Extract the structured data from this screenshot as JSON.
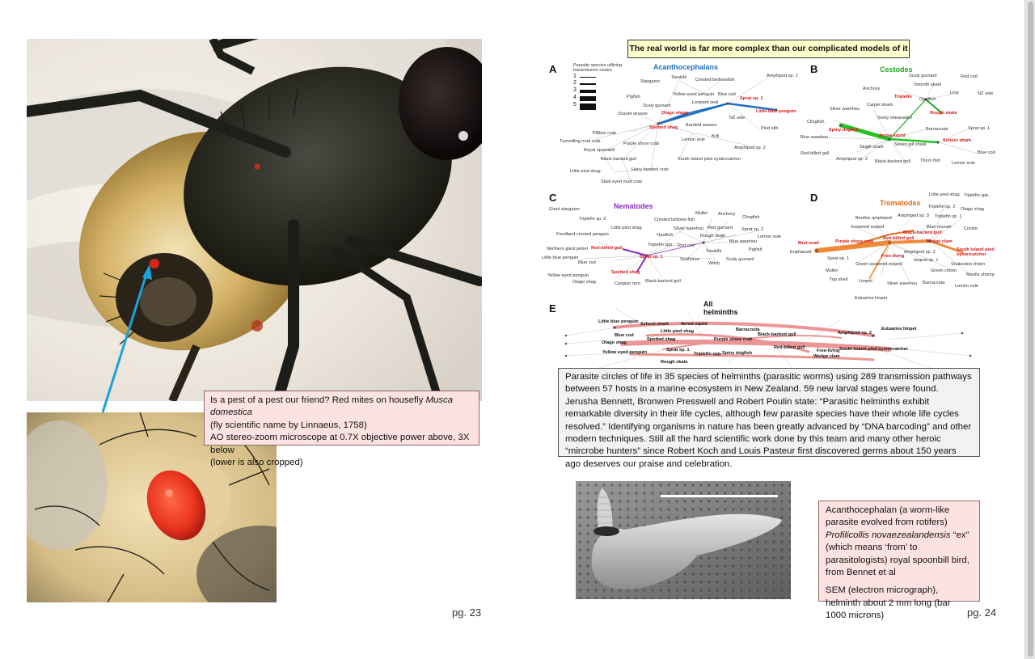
{
  "left_page": {
    "fly_caption": {
      "line1_prefix": "Is a pest of a pest our friend? Red mites on housefly ",
      "line1_species": "Musca domestica",
      "line2": "(fly scientific name by Linnaeus, 1758)",
      "line3": "AO stereo-zoom microscope at 0.7X objective power above, 3X below",
      "line4": "(lower is also cropped)"
    },
    "page_number": "pg. 23"
  },
  "right_page": {
    "title": "The real world is far more complex than our complicated models of it",
    "panels": [
      {
        "letter": "A",
        "title": "Acanthocephalans",
        "title_color": "#1f6fc4",
        "legend_title": "Parasite species utilizing transmission routes",
        "legend_numbers": [
          "1",
          "2",
          "3",
          "4",
          "5"
        ],
        "nodes": [
          "Tarakihi",
          "Crested bellowsfish",
          "Amphipod sp. 1",
          "Stargazer",
          "Yellow eyed penguin",
          "Blue cod",
          "Pigfish",
          "Leopard seal",
          "Sprat sp. 1",
          "Scaly gurnard",
          "Otago shag",
          "Little blue penguin",
          "Scarlet wrasse",
          "NZ sole",
          "Spotted shag",
          "Banded wrasse",
          "Pied stilt",
          "Pillbox crab",
          "Lemon sole",
          "Brill",
          "Tunnelling mud crab",
          "Purple shore crab",
          "Amphipod sp. 2",
          "Royal spoonbill",
          "Black-backed gull",
          "South Island pied oystercatcher",
          "Hairy handed crab",
          "Little pied shag",
          "Stalk eyed mud crab"
        ],
        "highlighted": [
          "Sprat sp. 1",
          "Otago shag",
          "Little blue penguin",
          "Spotted shag"
        ]
      },
      {
        "letter": "B",
        "title": "Cestodes",
        "title_color": "#22a822",
        "nodes": [
          "Scaly gurnard",
          "Red cod",
          "Anchovy",
          "Smooth skate",
          "Ling",
          "NZ sole",
          "Triplefin",
          "Opalfish",
          "Silver warehou",
          "Carpet shark",
          "Rough skate",
          "Sooty shearwater",
          "Clingfish",
          "Spiny dogfish",
          "Barracouta",
          "Sprat sp. 1",
          "Blue warehou",
          "Arrow squid",
          "School shark",
          "Skigill shark",
          "Seven gill shark",
          "Blue cod",
          "Red-billed gull",
          "Amphipod sp. 2",
          "Black-backed gull",
          "Thorn fish",
          "Lemon sole"
        ],
        "highlighted": [
          "Triplefin",
          "Rough skate",
          "Spiny dogfish",
          "Arrow squid",
          "School shark"
        ]
      },
      {
        "letter": "C",
        "title": "Nematodes",
        "title_color": "#8a2bbf",
        "nodes": [
          "Giant stargazer",
          "Mullet",
          "Anchovy",
          "Triplefin sp. 2",
          "Crested bellows fish",
          "Clingfish",
          "Little pied shag",
          "Silver warehou",
          "Red gurnard",
          "Sprat sp. 2",
          "Fiordland crested penguin",
          "Opalfish",
          "Rough skate",
          "Lemon sole",
          "Blue warehou",
          "Northern giant petrel",
          "Red-billed gull",
          "Triplefin spp.",
          "Red cod",
          "Pigfish",
          "Sprat sp. 1",
          "Tarakihi",
          "Little blue penguin",
          "Seahorse",
          "Witch",
          "Scaly gurnard",
          "Blue cod",
          "Yellow eyed penguin",
          "Spotted shag",
          "Otago shag",
          "Caspian tern",
          "Black-backed gull"
        ],
        "highlighted": [
          "Red-billed gull",
          "Sprat sp. 1",
          "Spotted shag"
        ]
      },
      {
        "letter": "D",
        "title": "Trematodes",
        "title_color": "#e0701a",
        "nodes": [
          "Little pied shag",
          "Triplefin spp.",
          "Triplefin sp. 2",
          "Otago shag",
          "Benthic amphipod",
          "Amphipod sp. 3",
          "Triplefin sp. 1",
          "Seaweed isopod",
          "Blue mussel",
          "Cockle",
          "Black-backed gull",
          "Mud snail",
          "Purple shore crab",
          "Red-billed gull",
          "Wedge clam",
          "South Island pied oystercatcher",
          "Euphausid",
          "Amphipod sp. 2",
          "Free-living",
          "Isopod sp. 1",
          "Sprat sp. 1",
          "Snakeskin chiton",
          "Green seaweed isopod",
          "Green chiton",
          "Mullet",
          "Mantis shrimp",
          "Top shell",
          "Limpet",
          "Silver warehou",
          "Barracouta",
          "Lemon sole",
          "Estuarine limpet"
        ],
        "highlighted": [
          "Black-backed gull",
          "Mud snail",
          "Purple shore crab",
          "Red-billed gull",
          "Wedge clam",
          "South Island pied oystercatcher",
          "Free-living"
        ]
      },
      {
        "letter": "E",
        "title": "All helminths",
        "title_color": "#111111",
        "nodes": [
          "Little blue penguin",
          "School shark",
          "Arrow squid",
          "Barracouta",
          "Little pied shag",
          "Black-backed gull",
          "Amphipod sp. 2",
          "Estuarine limpet",
          "Blue cod",
          "Spotted shag",
          "Otago shag",
          "Purple shore crab",
          "Red-billed gull",
          "Free-living",
          "South Island pied oystercatcher",
          "Yellow eyed penguin",
          "Sprat sp. 1",
          "Triplefin spp.",
          "Spiny dogfish",
          "Wedge clam",
          "Rough skate"
        ]
      }
    ],
    "helminth_caption": "Parasite circles of life in 35 species of helminths (parasitic worms) using 289 transmission pathways between 57 hosts in a marine ecosystem in New Zealand. 59 new larval stages were found. Jerusha Bennett, Bronwen Presswell and Robert Poulin state: “Parasitic helminths exhibit remarkable diversity in their life cycles, although few parasite species have their whole life cycles resolved.” Identifying organisms in nature has been greatly advanced by “DNA barcoding” and other modern techniques. Still all the hard scientific work done by this team and many other heroic “mircrobe hunters” since Robert Koch and Louis Pasteur first discovered germs about 150 years ago deserves our praise and celebration.",
    "acanth_caption": {
      "p1_prefix": "Acanthocephalan (a worm-like parasite evolved from rotifers) ",
      "p1_species": "Profilicollis novaezealandensis",
      "p1_suffix": " “ex” (which means ‘from’ to parasitologists) royal spoonbill bird, from Bennet et al",
      "p2": "SEM (electron micrograph), helminth about 2 mm long (bar 1000 microns)"
    },
    "page_number": "pg. 24"
  },
  "colors": {
    "caption_pink": "#fde2e2",
    "caption_gray": "#f2f2f2",
    "title_yellow": "#ffffcc",
    "arrow_blue": "#1aa3d8",
    "mite_red": "#e8321e"
  }
}
